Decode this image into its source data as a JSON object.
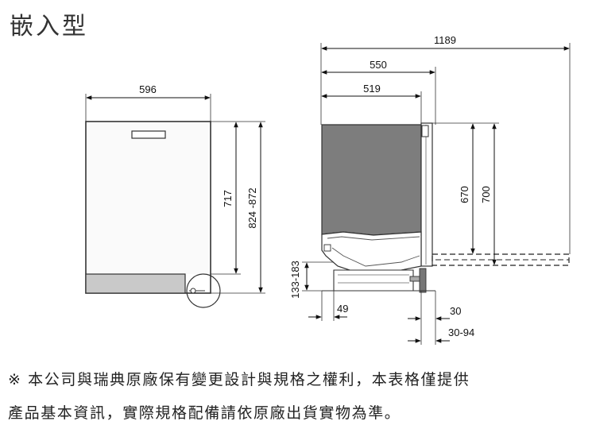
{
  "title": "嵌入型",
  "dimensions": {
    "front_width": "596",
    "front_height": "717",
    "front_niche_height": "824 -872",
    "side_total_depth": "1189",
    "side_depth": "550",
    "side_body_depth": "519",
    "side_height_inner": "670",
    "side_height": "700",
    "plinth_height": "133-183",
    "plinth_offset": "49",
    "door_gap": "30",
    "door_gap_range": "30-94"
  },
  "notes": {
    "line1": "※ 本公司與瑞典原廠保有變更設計與規格之權利，本表格僅提供",
    "line2": "產品基本資訊，實際規格配備請依原廠出貨實物為準。"
  }
}
